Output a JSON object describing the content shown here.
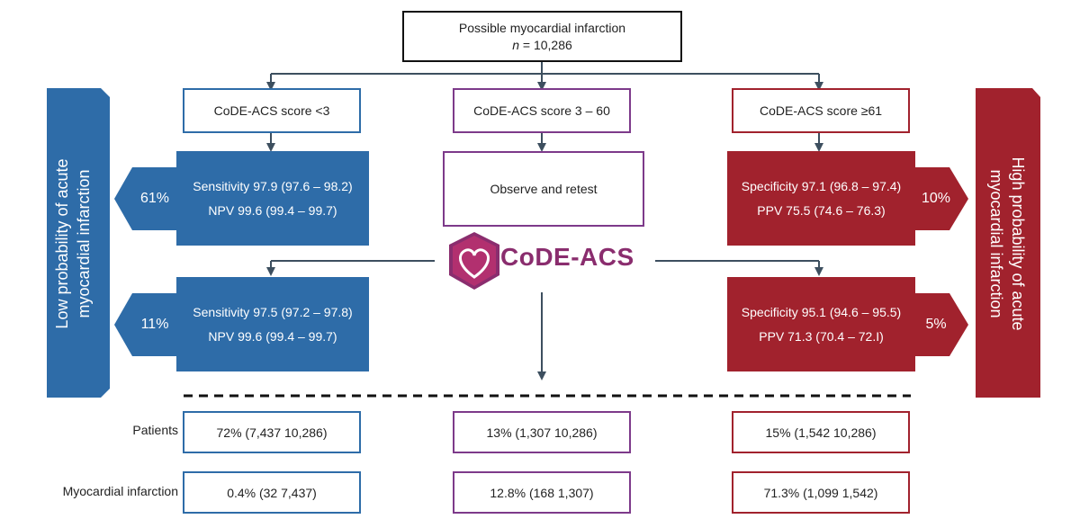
{
  "root": {
    "title": "Possible myocardial infarction",
    "n_label": "n",
    "n_value": " = 10,286"
  },
  "branches": {
    "low": {
      "label": "CoDE-ACS score <3"
    },
    "mid": {
      "label": "CoDE-ACS score 3 – 60"
    },
    "high": {
      "label": "CoDE-ACS score ≥61"
    }
  },
  "low_first": {
    "line1": "Sensitivity 97.9 (97.6 – 98.2)",
    "line2": "NPV 99.6 (99.4 – 99.7)",
    "pct": "61%"
  },
  "low_second": {
    "line1": "Sensitivity 97.5 (97.2 – 97.8)",
    "line2": "NPV 99.6 (99.4 – 99.7)",
    "pct": "11%"
  },
  "mid_first": {
    "label": "Observe and retest"
  },
  "high_first": {
    "line1": "Specificity 97.1 (96.8 – 97.4)",
    "line2": "PPV 75.5 (74.6 – 76.3)",
    "pct": "10%"
  },
  "high_second": {
    "line1": "Specificity 95.1 (94.6 – 95.5)",
    "line2": "PPV 71.3 (70.4 – 72.I)",
    "pct": "5%"
  },
  "logo": {
    "text": "CoDE-ACS"
  },
  "side_left": {
    "line1": "Low probability of acute",
    "line2": "myocardial infarction"
  },
  "side_right": {
    "line1": "High probability of acute",
    "line2": "myocardial infarction"
  },
  "rows": {
    "patients": {
      "label": "Patients",
      "low": "72% (7,437  10,286)",
      "mid": "13% (1,307  10,286)",
      "high": "15% (1,542  10,286)"
    },
    "mi": {
      "label": "Myocardial infarction",
      "low": "0.4% (32  7,437)",
      "mid": "12.8% (168  1,307)",
      "high": "71.3% (1,099  1,542)"
    }
  },
  "colors": {
    "blue": "#2e6ca8",
    "purple": "#7d3a8a",
    "red": "#a1222d",
    "connector": "#3d4f5f"
  }
}
